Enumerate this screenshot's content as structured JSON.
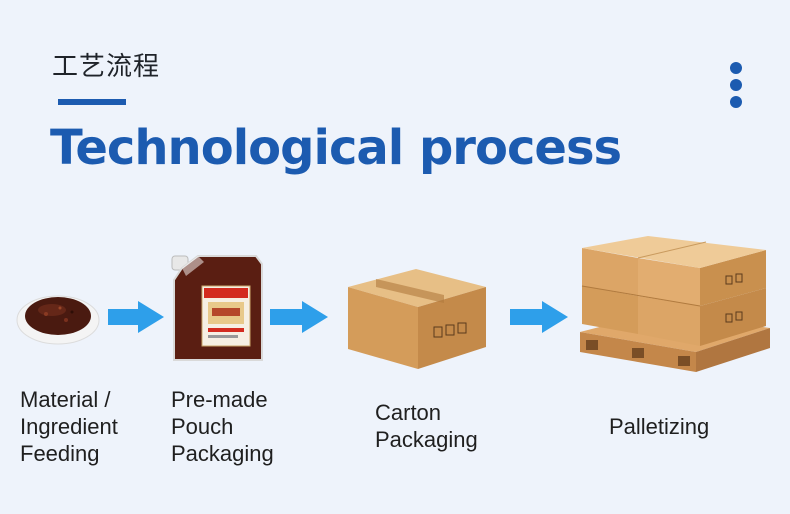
{
  "header": {
    "subtitle_cn": "工艺流程",
    "title": "Technological process"
  },
  "accent_color": "#1c5bb0",
  "arrow_color": "#2e9fea",
  "steps": [
    {
      "lines": [
        "Material /",
        "Ingredient",
        "Feeding"
      ],
      "icon": "sauce-plate-image"
    },
    {
      "lines": [
        "Pre-made",
        "Pouch",
        "Packaging"
      ],
      "icon": "spout-pouch-image"
    },
    {
      "lines": [
        "Carton",
        "Packaging"
      ],
      "icon": "carton-box-image"
    },
    {
      "lines": [
        "Palletizing"
      ],
      "icon": "pallet-boxes-image"
    }
  ]
}
